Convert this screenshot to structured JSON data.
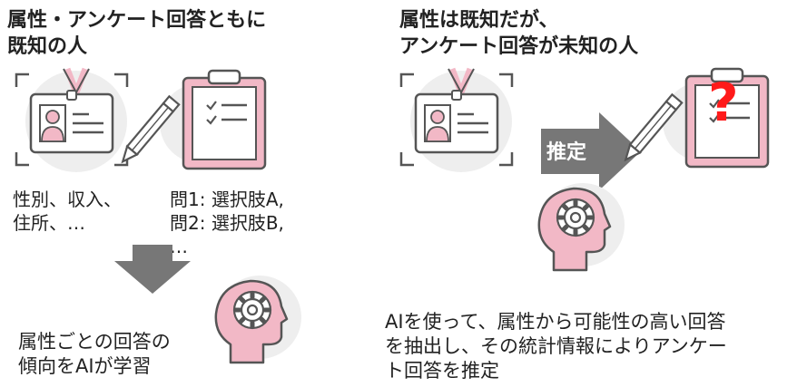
{
  "left": {
    "title": "属性・アンケート回答ともに\n既知の人",
    "attributes_text": "性別、収入、\n住所、…",
    "answers_text": "問1: 選択肢A,\n問2: 選択肢B,\n…",
    "learn_text": "属性ごとの回答の\n傾向をAIが学習"
  },
  "right": {
    "title": "属性は既知だが、\nアンケート回答が未知の人",
    "arrow_label": "推定",
    "unknown_mark": "?",
    "explain_text": "AIを使って、属性から可能性の高い回答\nを抽出し、その統計情報によりアンケー\nト回答を推定"
  },
  "colors": {
    "pink": "#f2b8c6",
    "gray_circle": "#eeeeee",
    "stroke": "#555555",
    "arrow": "#777777",
    "question": "#ff1a1a"
  }
}
